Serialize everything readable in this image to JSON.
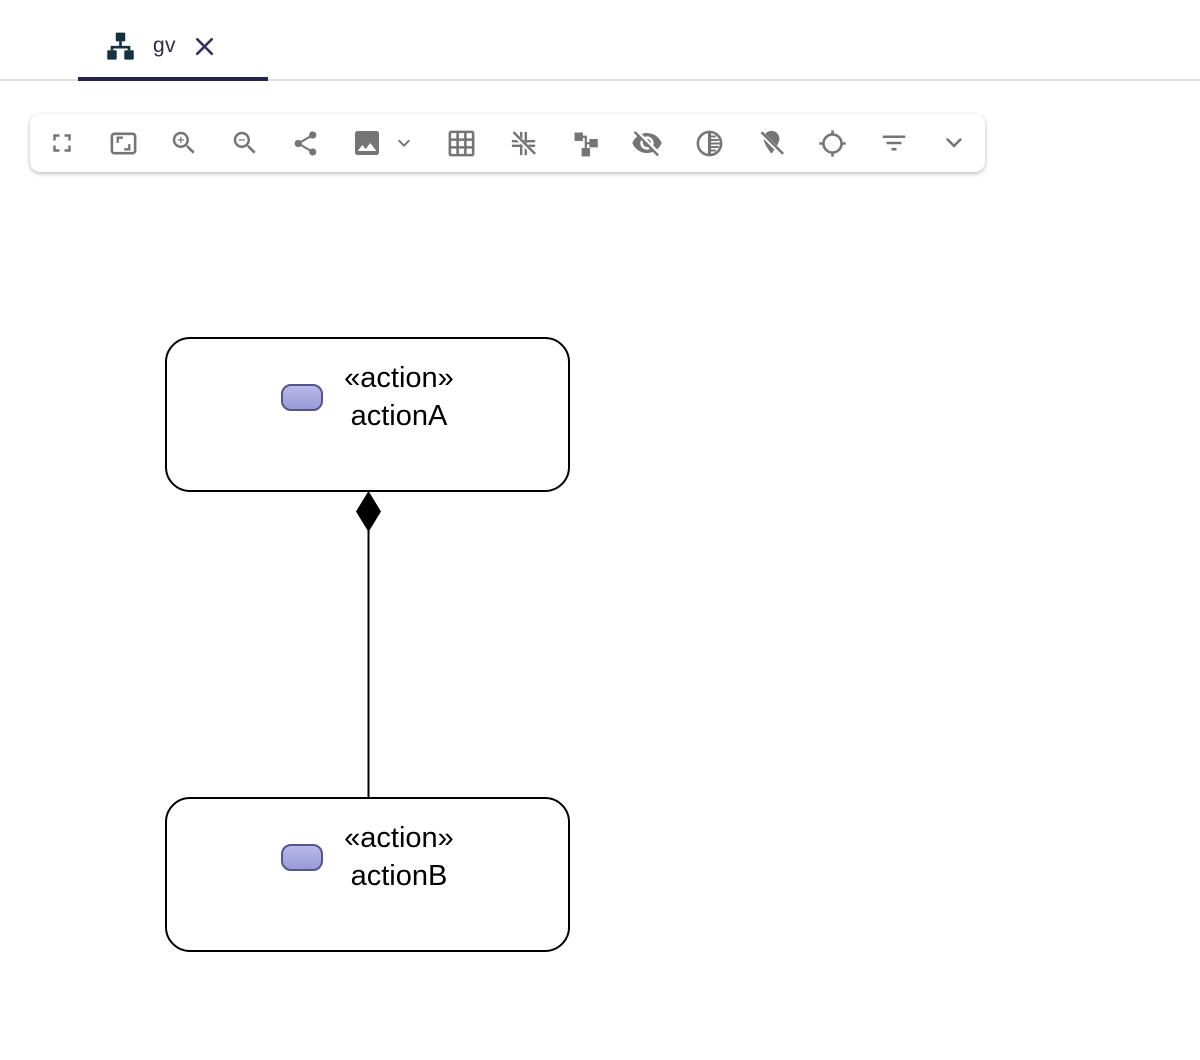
{
  "tab": {
    "label": "gv",
    "active": true,
    "icon": "tree-diagram-icon",
    "close_icon": "close-icon"
  },
  "toolbar": {
    "buttons": [
      {
        "name": "fullscreen",
        "icon": "fullscreen-icon"
      },
      {
        "name": "fit-to-screen",
        "icon": "fit-to-screen-icon"
      },
      {
        "name": "zoom-in",
        "icon": "zoom-in-icon"
      },
      {
        "name": "zoom-out",
        "icon": "zoom-out-icon"
      },
      {
        "name": "share",
        "icon": "share-icon"
      },
      {
        "name": "export-image",
        "icon": "image-icon"
      },
      {
        "name": "export-image-menu",
        "icon": "chevron-down-icon"
      },
      {
        "name": "toggle-grid",
        "icon": "grid-icon"
      },
      {
        "name": "toggle-snap-to-grid",
        "icon": "snap-off-icon"
      },
      {
        "name": "arrange-all",
        "icon": "arrange-icon"
      },
      {
        "name": "hide-elements",
        "icon": "eye-off-icon"
      },
      {
        "name": "fade-elements",
        "icon": "tonality-icon"
      },
      {
        "name": "unpin-elements",
        "icon": "pin-off-icon"
      },
      {
        "name": "reveal-elements",
        "icon": "target-icon"
      },
      {
        "name": "filter-elements",
        "icon": "filter-icon"
      },
      {
        "name": "more-tools",
        "icon": "chevron-down-icon"
      }
    ]
  },
  "diagram": {
    "nodes": [
      {
        "stereotype": "«action»",
        "name": "actionA"
      },
      {
        "stereotype": "«action»",
        "name": "actionB"
      }
    ],
    "edges": [
      {
        "source": "actionA",
        "target": "actionB",
        "style": "solid-line",
        "source_marker": "filled-diamond-composition"
      }
    ]
  },
  "colors": {
    "tab_active_underline": "#262250",
    "tab_icon": "#15313f",
    "tab_close": "#332f5e",
    "toolbar_icon": "#757575",
    "node_border": "#000000",
    "node_chip_fill": "#a3a3de",
    "node_chip_border": "#55548d",
    "edge": "#000000"
  }
}
